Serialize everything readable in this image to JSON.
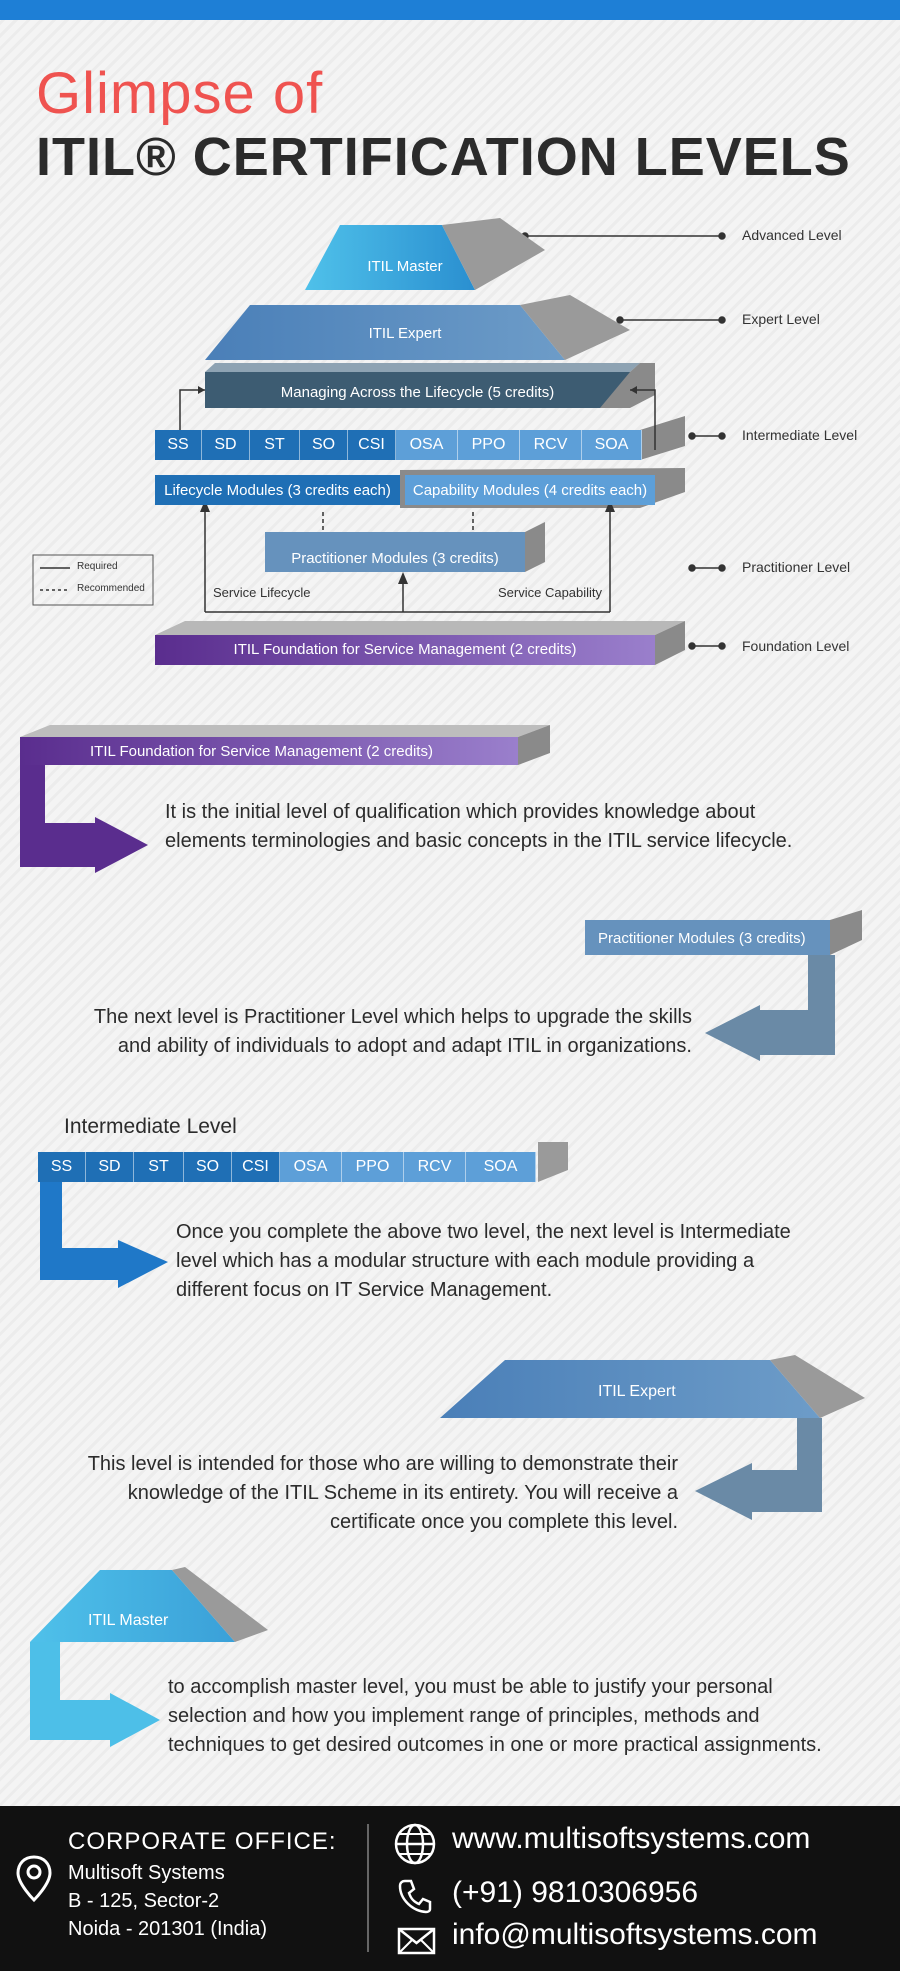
{
  "title_line1": "Glimpse of",
  "title_line2": "ITIL® CERTIFICATION LEVELS",
  "levels": {
    "advanced": "Advanced Level",
    "expert": "Expert Level",
    "intermediate": "Intermediate Level",
    "practitioner": "Practitioner Level",
    "foundation": "Foundation Level"
  },
  "pyramid": {
    "master": "ITIL Master",
    "expert": "ITIL Expert",
    "malc": "Managing Across the Lifecycle (5 credits)",
    "modules": [
      "SS",
      "SD",
      "ST",
      "SO",
      "CSI",
      "OSA",
      "PPO",
      "RCV",
      "SOA"
    ],
    "lifecycle": "Lifecycle Modules (3 credits each)",
    "capability": "Capability Modules (4 credits each)",
    "practitioner": "Practitioner Modules (3 credits)",
    "service_lifecycle": "Service Lifecycle",
    "service_capability": "Service Capability",
    "foundation": "ITIL Foundation for Service Management (2 credits)"
  },
  "legend": {
    "required": "Required",
    "recommended": "Recommended"
  },
  "sections": {
    "foundation": {
      "label": "ITIL Foundation for Service Management (2 credits)",
      "text": "It is the initial level of qualification which provides knowledge about elements terminologies and basic concepts in the ITIL service lifecycle."
    },
    "practitioner": {
      "label": "Practitioner Modules (3 credits)",
      "text": "The next level is Practitioner Level which helps to upgrade the skills and ability of individuals to adopt and adapt ITIL in organizations."
    },
    "intermediate": {
      "label": "Intermediate Level",
      "modules": [
        "SS",
        "SD",
        "ST",
        "SO",
        "CSI",
        "OSA",
        "PPO",
        "RCV",
        "SOA"
      ],
      "text": "Once you complete the above two level, the next level is Intermediate level which has a modular structure with each module providing a different focus on IT Service Management."
    },
    "expert": {
      "label": "ITIL Expert",
      "text": "This level is intended for those who are willing to demonstrate their knowledge of the ITIL Scheme in its entirety. You will receive a certificate once you complete this level."
    },
    "master": {
      "label": "ITIL Master",
      "text": "to accomplish master level, you must be able to justify your personal selection and how you implement range of principles, methods and techniques to get desired outcomes in one or more practical assignments."
    }
  },
  "footer": {
    "heading": "CORPORATE OFFICE:",
    "company": "Multisoft Systems",
    "address1": "B - 125, Sector-2",
    "address2": "Noida - 201301 (India)",
    "website": "www.multisoftsystems.com",
    "phone": "(+91) 9810306956",
    "email": "info@multisoftsystems.com"
  },
  "colors": {
    "accent_red": "#ef5350",
    "top_bar": "#1e7fd6",
    "foundation_purple": "#6a3fa0"
  }
}
